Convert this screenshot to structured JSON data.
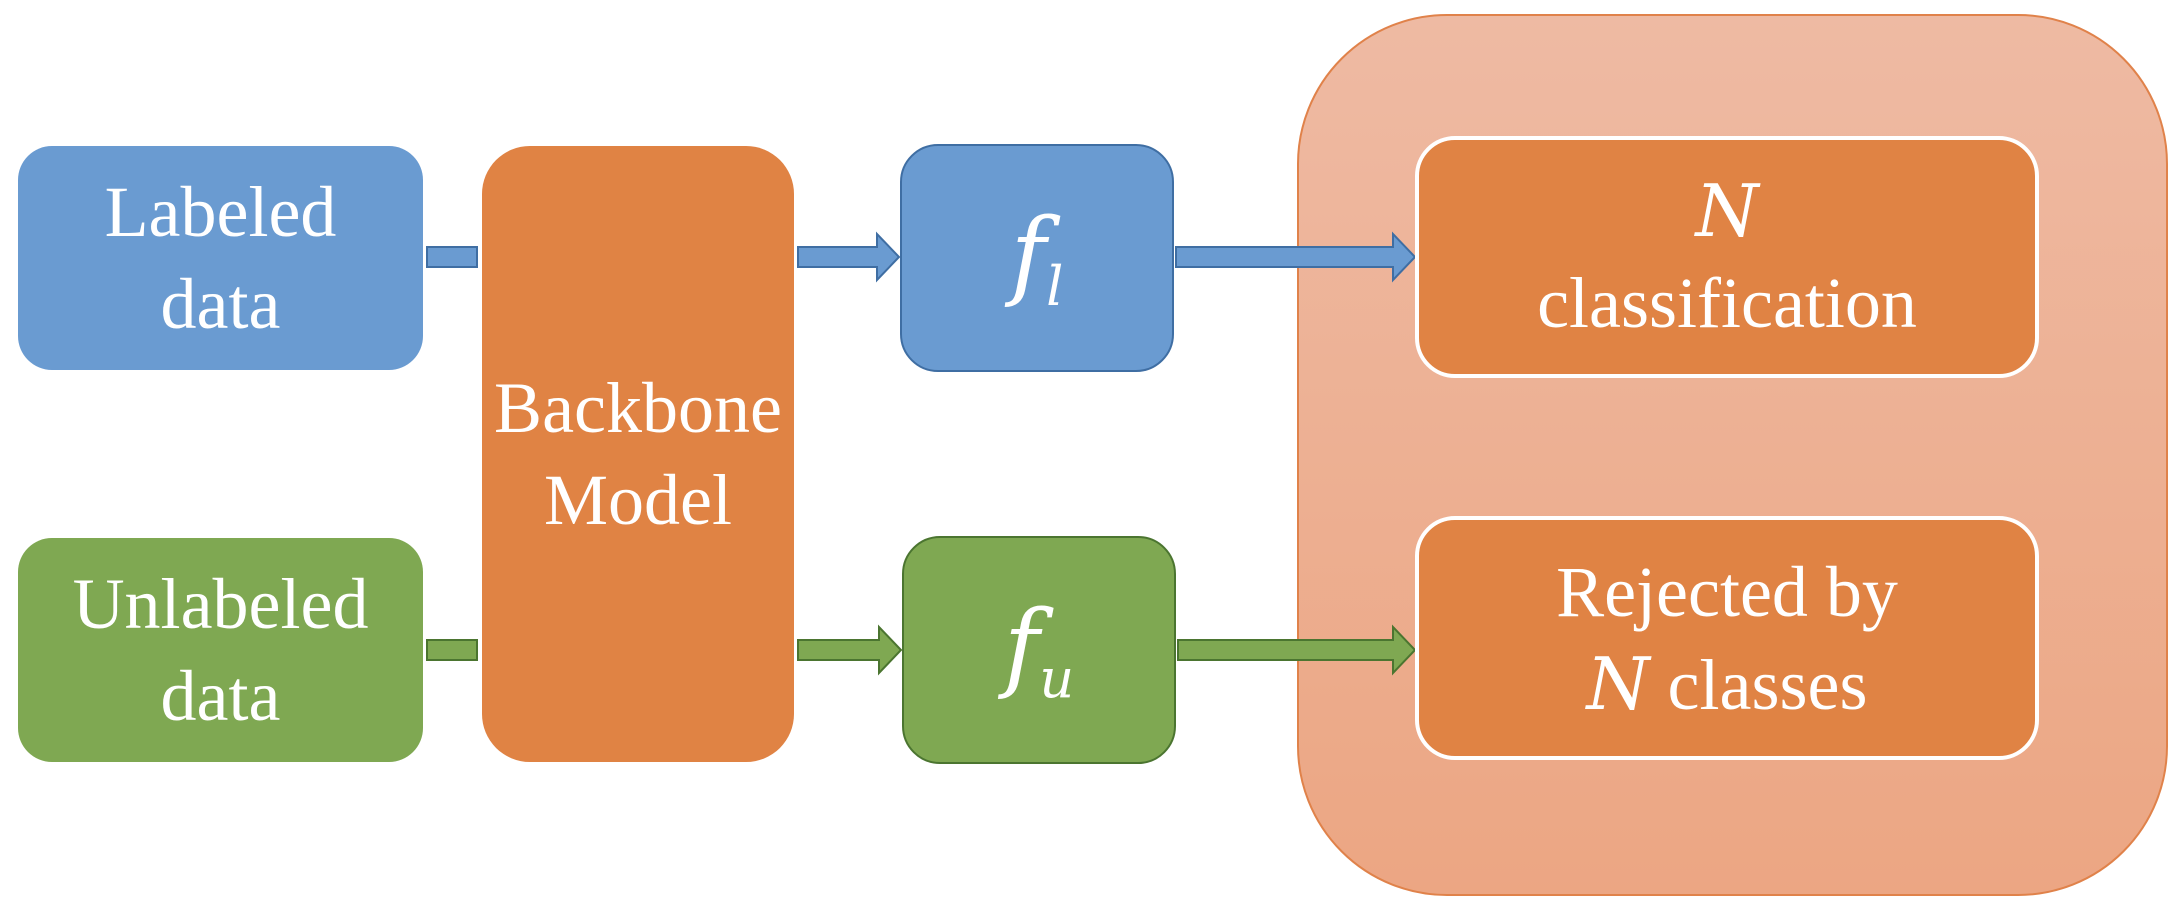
{
  "inputs": {
    "labeled": [
      "Labeled",
      "data"
    ],
    "unlabeled": [
      "Unlabeled",
      "data"
    ]
  },
  "backbone": [
    "Backbone",
    "Model"
  ],
  "features": {
    "labeled": {
      "symbol": "f",
      "subscript": "l"
    },
    "unlabeled": {
      "symbol": "f",
      "subscript": "u"
    }
  },
  "outputs": {
    "classification": {
      "var": "N",
      "text": "classification"
    },
    "rejected": {
      "line1": "Rejected by",
      "var": "N",
      "text": "classes"
    }
  },
  "colors": {
    "blue": "#6a9bd1",
    "green": "#7fa852",
    "orange": "#e08344",
    "region": "#eca683"
  }
}
